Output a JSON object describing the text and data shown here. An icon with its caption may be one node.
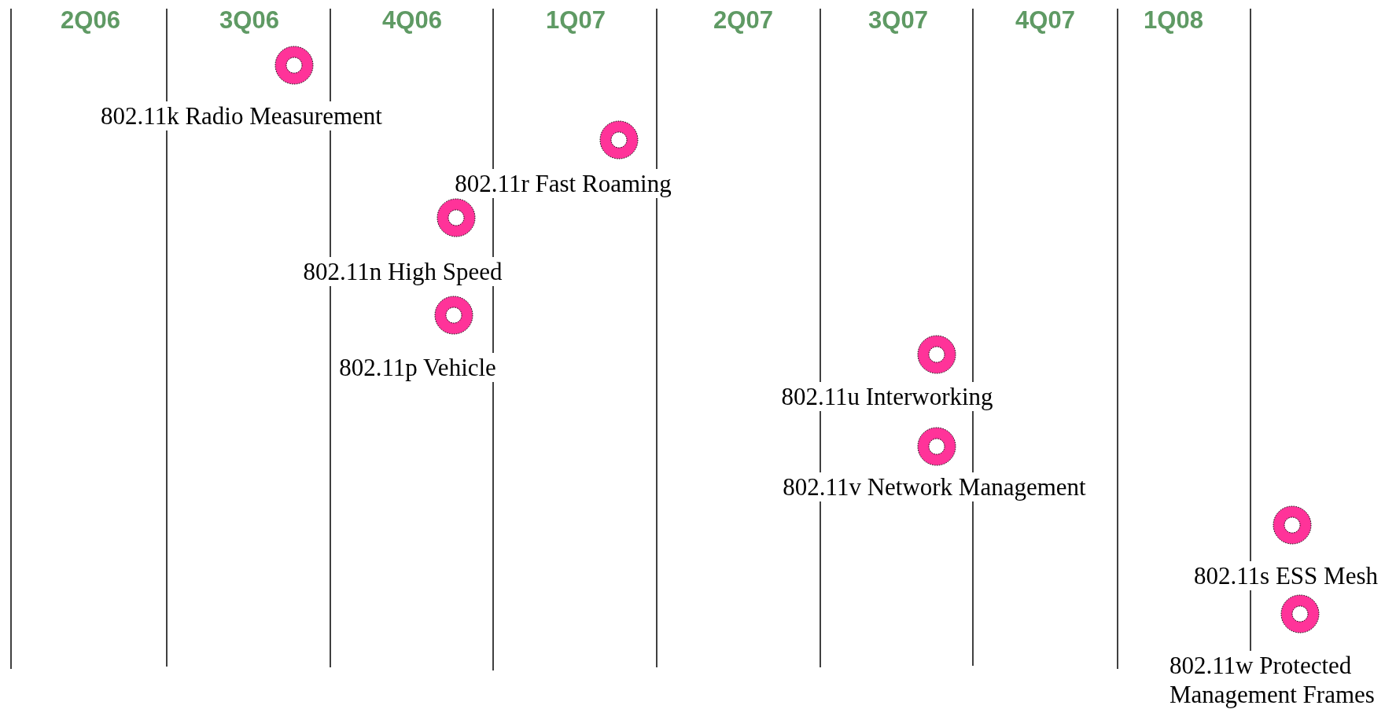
{
  "diagram": {
    "nodes": [
      {
        "text": [],
        "shape": "circle"
      },
      {
        "text": [],
        "shape": "circle"
      },
      {
        "text": [],
        "shape": "circle"
      },
      {
        "text": [],
        "shape": "circle"
      },
      {
        "text": [],
        "shape": "circle"
      },
      {
        "text": [],
        "shape": "circle"
      },
      {
        "text": [],
        "shape": "circle"
      },
      {
        "text": [],
        "shape": "circle"
      }
    ],
    "labels": [
      "2Q06",
      "3Q06",
      "4Q06",
      "1Q07",
      "2Q07",
      "3Q07",
      "4Q07",
      "1Q08",
      "802.11k Radio Measurement",
      "802.11r Fast Roaming",
      "802.11n High Speed",
      "802.11p Vehicle",
      "802.11u Interworking",
      "802.11v Network Management",
      "802.11s ESS Mesh",
      "802.11w Protected Management Frames"
    ]
  }
}
